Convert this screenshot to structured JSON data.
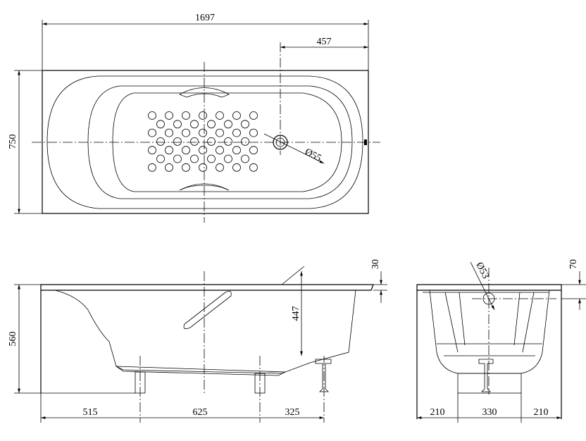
{
  "top_view": {
    "overall_length": "1697",
    "drain_offset": "457",
    "width": "750",
    "drain_diameter": "Ø55"
  },
  "side_view": {
    "rim_height": "30",
    "overall_height": "560",
    "inner_depth": "447",
    "leg_spacing": [
      "515",
      "625",
      "325"
    ]
  },
  "end_view": {
    "rim_height": "70",
    "overflow_diameter": "Ø53",
    "leg_spacing": [
      "210",
      "330",
      "210"
    ]
  }
}
